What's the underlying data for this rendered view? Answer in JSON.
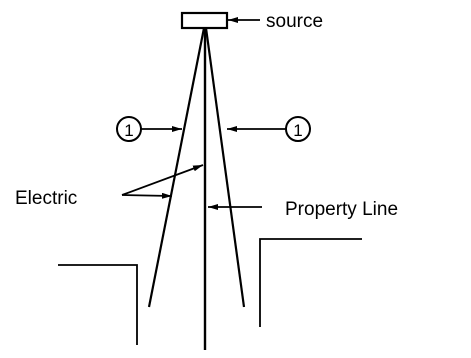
{
  "labels": {
    "source": "source",
    "callout_left": "1",
    "callout_right": "1",
    "electric": "Electric",
    "property_line": "Property Line"
  },
  "colors": {
    "ink": "#000000",
    "background": "#ffffff"
  }
}
